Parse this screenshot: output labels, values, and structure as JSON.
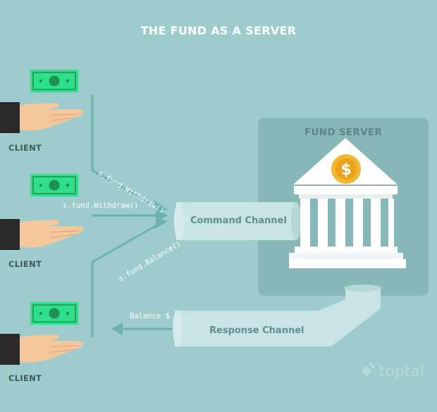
{
  "title": "THE FUND AS A SERVER",
  "clients": [
    {
      "label": "CLIENT"
    },
    {
      "label": "CLIENT"
    },
    {
      "label": "CLIENT"
    }
  ],
  "calls": {
    "top": "s.fund.Withdraw()",
    "middle": "s.fund.Withdraw()",
    "bottom": "s.fund.Balance()",
    "response": "Balance $"
  },
  "channels": {
    "command": "Command Channel",
    "response": "Response Channel"
  },
  "server": {
    "title": "FUND SERVER"
  },
  "brand": "toptal",
  "colors": {
    "background": "#9ecbcb",
    "server_box": "#88b7b7",
    "pipe": "#c8e4e4",
    "arrow": "#6cb1b1",
    "bill": "#2fe08a",
    "coin": "#f6b52e",
    "bank": "#ffffff"
  }
}
